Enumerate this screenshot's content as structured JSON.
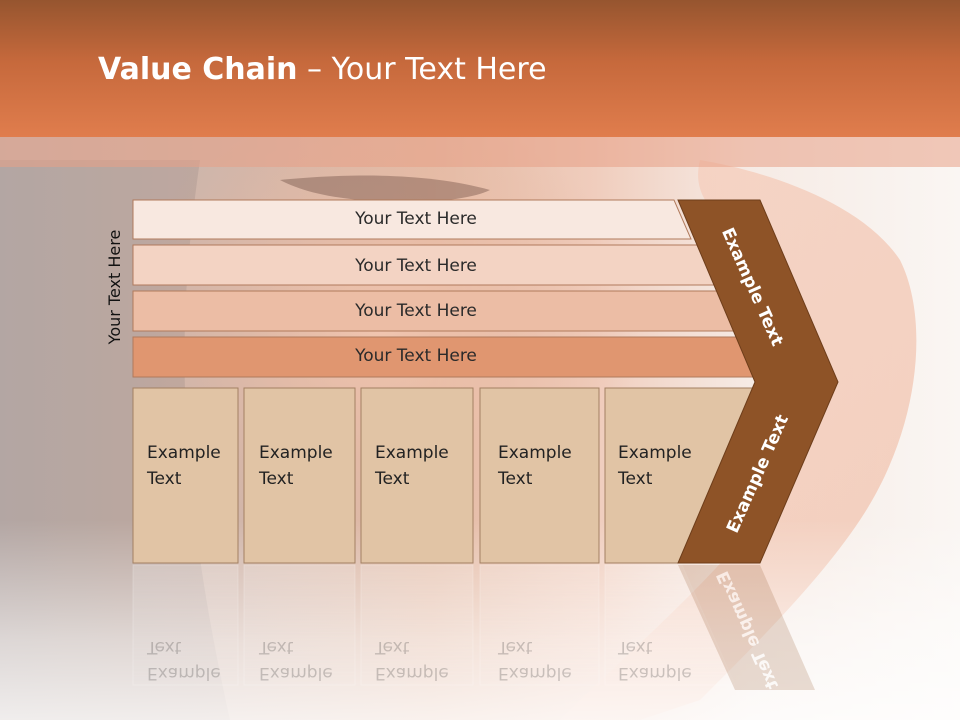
{
  "slide": {
    "title_bold": "Value Chain",
    "title_rest": " – Your Text Here",
    "side_label": "Your Text Here"
  },
  "rows": [
    {
      "label": "Your Text Here"
    },
    {
      "label": "Your Text Here"
    },
    {
      "label": "Your Text Here"
    },
    {
      "label": "Your Text Here"
    }
  ],
  "boxes": [
    {
      "label": "Example\nText"
    },
    {
      "label": "Example\nText"
    },
    {
      "label": "Example\nText"
    },
    {
      "label": "Example\nText"
    },
    {
      "label": "Example\nText"
    }
  ],
  "chevron": {
    "top_label": "Example Text",
    "bottom_label": "Example Text"
  },
  "colors": {
    "header": "#d47a4c",
    "chevron": "#8e5327",
    "row1": "#f8e8e0",
    "row2": "#f3d3c3",
    "row3": "#ecbda5",
    "row4": "#e09670",
    "box": "#e1c4a5"
  }
}
